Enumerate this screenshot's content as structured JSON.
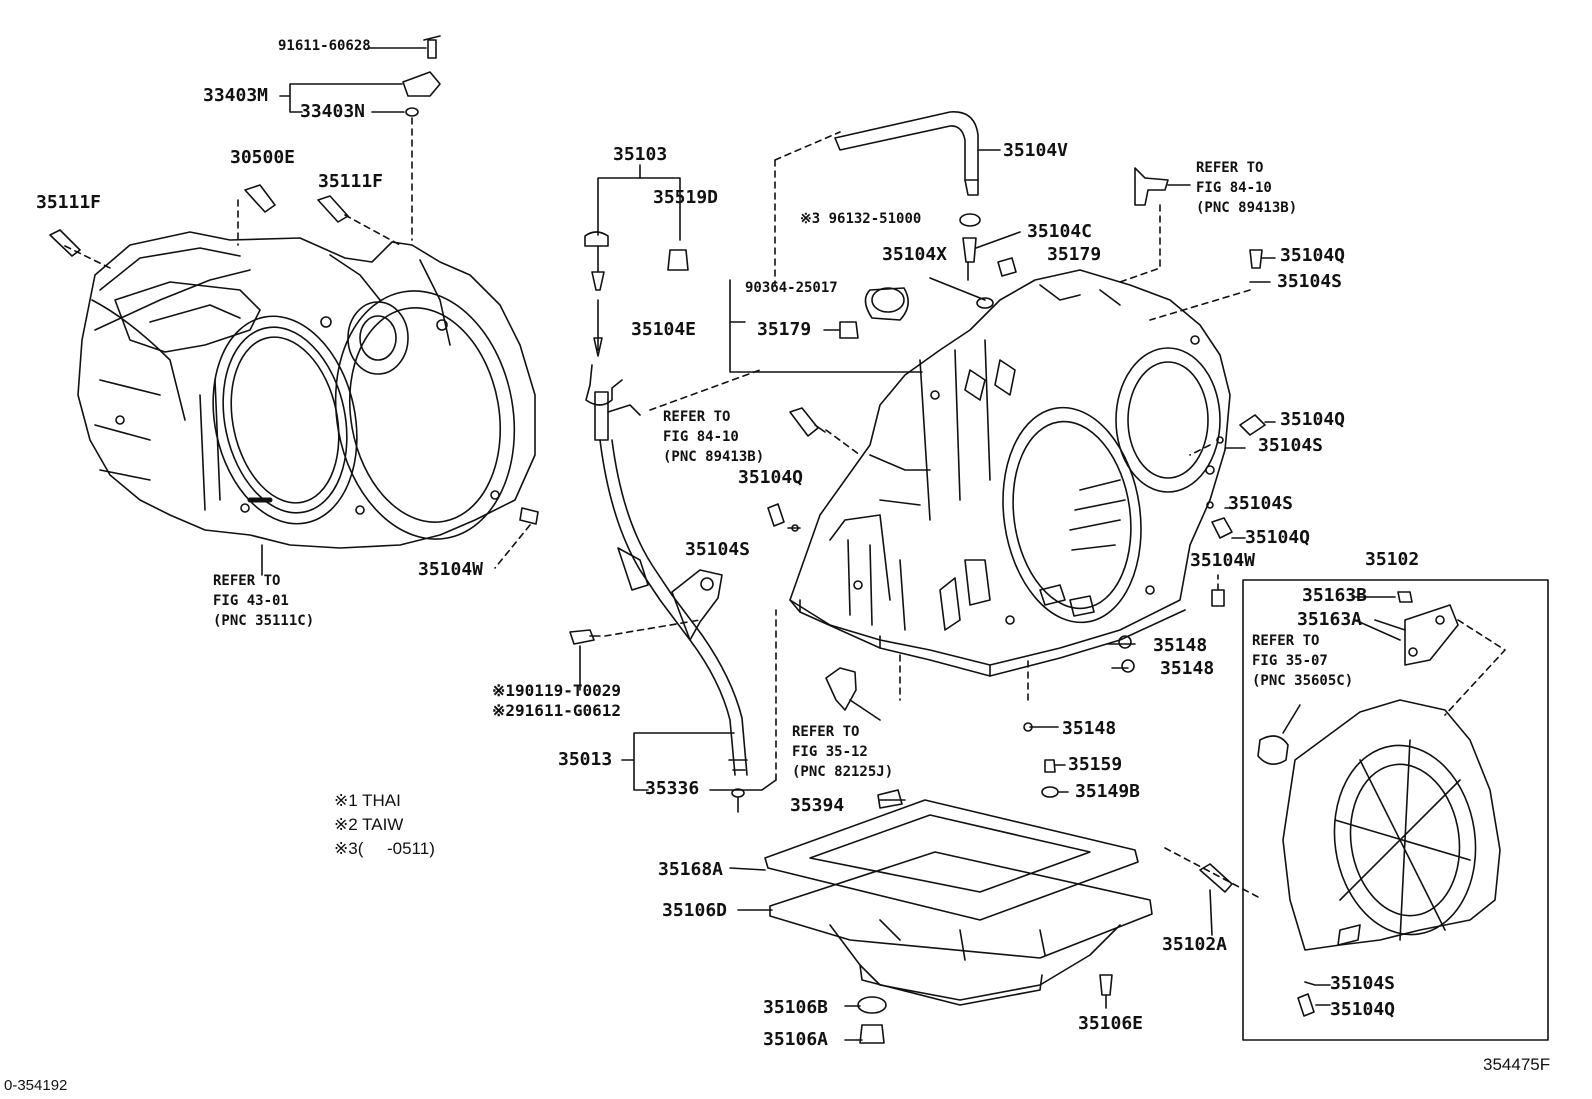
{
  "diagram": {
    "watermark": "",
    "figure_code": "354475F",
    "image_code": "0-354192",
    "notes": [
      "※1 THAI",
      "※2 TAIW",
      "※3(     -0511)"
    ],
    "callouts": {
      "p_91611_60628": "91611-60628",
      "p_33403M": "33403M",
      "p_33403N": "33403N",
      "p_30500E": "30500E",
      "p_35111F_a": "35111F",
      "p_35111F_b": "35111F",
      "p_35103": "35103",
      "p_35519D": "35519D",
      "p_35104V": "35104V",
      "p_96132_51000": "※3 96132-51000",
      "p_35104C": "35104C",
      "p_35104X": "35104X",
      "p_35179_a": "35179",
      "p_35179_b": "35179",
      "p_90364_25017": "90364-25017",
      "p_35104E": "35104E",
      "p_35104Q_1": "35104Q",
      "p_35104S_1": "35104S",
      "p_35104Q_2": "35104Q",
      "p_35104S_2": "35104S",
      "p_35104S_3": "35104S",
      "p_35104Q_3": "35104Q",
      "p_35104W_r": "35104W",
      "p_35104Q_4": "35104Q",
      "p_35104S_4": "35104S",
      "p_35104W_l": "35104W",
      "p_190119": "※190119-T0029",
      "p_291611": "※291611-G0612",
      "p_35013": "35013",
      "p_35336": "35336",
      "p_35102": "35102",
      "p_35163B": "35163B",
      "p_35163A": "35163A",
      "p_35148_a": "35148",
      "p_35148_b": "35148",
      "p_35148_c": "35148",
      "p_35159": "35159",
      "p_35149B": "35149B",
      "p_35394": "35394",
      "p_35168A": "35168A",
      "p_35106D": "35106D",
      "p_35106B": "35106B",
      "p_35106A": "35106A",
      "p_35106E": "35106E",
      "p_35102A": "35102A",
      "p_35104S_5": "35104S",
      "p_35104Q_5": "35104Q"
    },
    "references": {
      "ref_fig_84_10_top": "REFER TO\nFIG 84-10\n(PNC 89413B)",
      "ref_fig_84_10_mid": "REFER TO\nFIG 84-10\n(PNC 89413B)",
      "ref_fig_43_01": "REFER TO\nFIG 43-01\n(PNC 35111C)",
      "ref_fig_35_12": "REFER TO\nFIG 35-12\n(PNC 82125J)",
      "ref_fig_35_07": "REFER TO\nFIG 35-07\n(PNC 35605C)"
    }
  }
}
